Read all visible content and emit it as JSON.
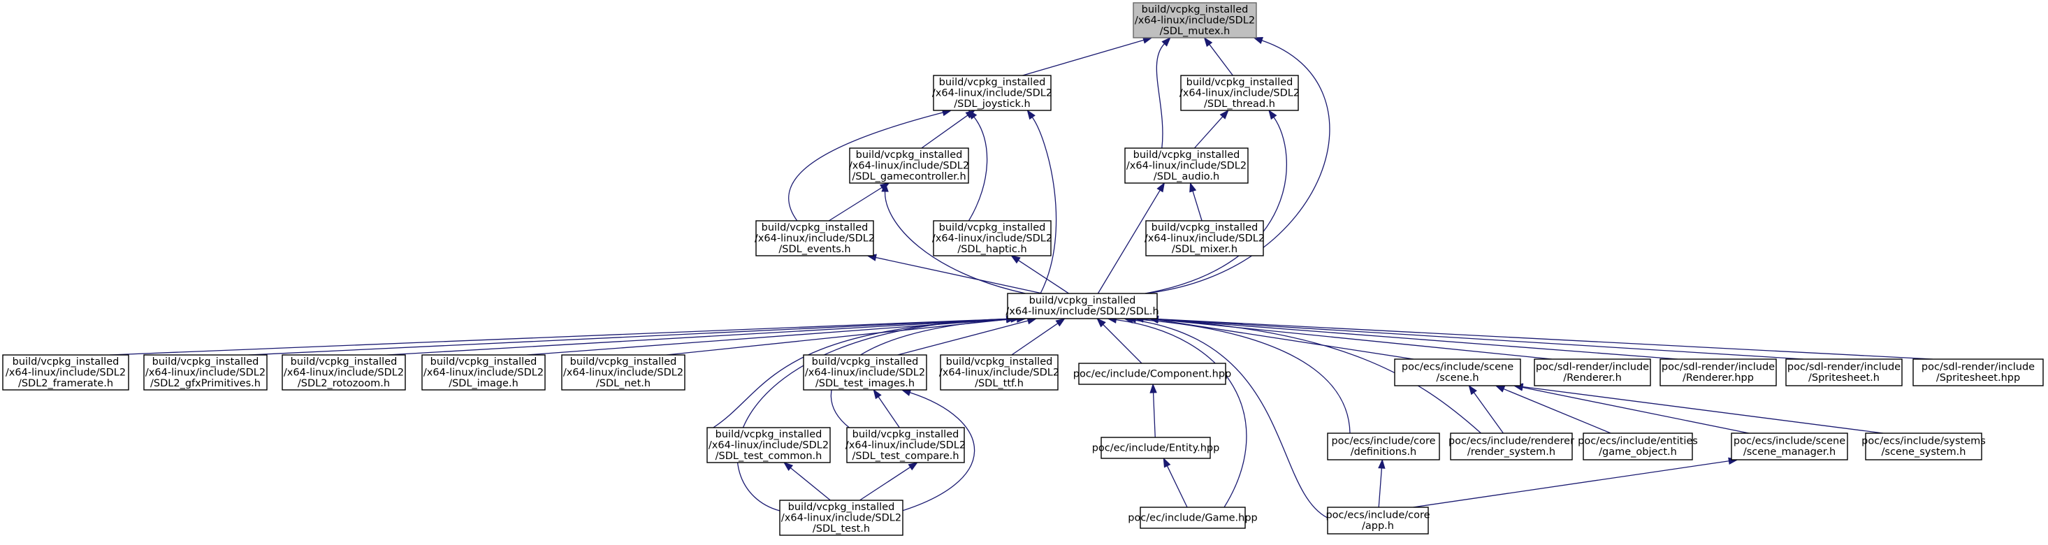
{
  "graph": {
    "colors": {
      "edge": "#191970",
      "root_fill": "#bfbfbf",
      "node_fill": "#ffffff",
      "node_border": "#000000"
    },
    "nodes": [
      {
        "id": "mutex",
        "lines": [
          "build/vcpkg_installed",
          "/x64-linux/include/SDL2",
          "/SDL_mutex.h"
        ],
        "root": true
      },
      {
        "id": "joystick",
        "lines": [
          "build/vcpkg_installed",
          "/x64-linux/include/SDL2",
          "/SDL_joystick.h"
        ]
      },
      {
        "id": "thread",
        "lines": [
          "build/vcpkg_installed",
          "/x64-linux/include/SDL2",
          "/SDL_thread.h"
        ]
      },
      {
        "id": "gamecontroller",
        "lines": [
          "build/vcpkg_installed",
          "/x64-linux/include/SDL2",
          "/SDL_gamecontroller.h"
        ]
      },
      {
        "id": "audio",
        "lines": [
          "build/vcpkg_installed",
          "/x64-linux/include/SDL2",
          "/SDL_audio.h"
        ]
      },
      {
        "id": "events",
        "lines": [
          "build/vcpkg_installed",
          "/x64-linux/include/SDL2",
          "/SDL_events.h"
        ]
      },
      {
        "id": "haptic",
        "lines": [
          "build/vcpkg_installed",
          "/x64-linux/include/SDL2",
          "/SDL_haptic.h"
        ]
      },
      {
        "id": "mixer",
        "lines": [
          "build/vcpkg_installed",
          "/x64-linux/include/SDL2",
          "/SDL_mixer.h"
        ]
      },
      {
        "id": "sdl",
        "lines": [
          "build/vcpkg_installed",
          "/x64-linux/include/SDL2/SDL.h"
        ]
      },
      {
        "id": "framerate",
        "lines": [
          "build/vcpkg_installed",
          "/x64-linux/include/SDL2",
          "/SDL2_framerate.h"
        ]
      },
      {
        "id": "gfx",
        "lines": [
          "build/vcpkg_installed",
          "/x64-linux/include/SDL2",
          "/SDL2_gfxPrimitives.h"
        ]
      },
      {
        "id": "rotozoom",
        "lines": [
          "build/vcpkg_installed",
          "/x64-linux/include/SDL2",
          "/SDL2_rotozoom.h"
        ]
      },
      {
        "id": "image",
        "lines": [
          "build/vcpkg_installed",
          "/x64-linux/include/SDL2",
          "/SDL_image.h"
        ]
      },
      {
        "id": "net",
        "lines": [
          "build/vcpkg_installed",
          "/x64-linux/include/SDL2",
          "/SDL_net.h"
        ]
      },
      {
        "id": "test_images",
        "lines": [
          "build/vcpkg_installed",
          "/x64-linux/include/SDL2",
          "/SDL_test_images.h"
        ]
      },
      {
        "id": "ttf",
        "lines": [
          "build/vcpkg_installed",
          "/x64-linux/include/SDL2",
          "/SDL_ttf.h"
        ]
      },
      {
        "id": "component",
        "lines": [
          "poc/ec/include/Component.hpp"
        ]
      },
      {
        "id": "scene",
        "lines": [
          "poc/ecs/include/scene",
          "/scene.h"
        ]
      },
      {
        "id": "sdlrender_renderer_h",
        "lines": [
          "poc/sdl-render/include",
          "/Renderer.h"
        ]
      },
      {
        "id": "sdlrender_renderer_hpp",
        "lines": [
          "poc/sdl-render/include",
          "/Renderer.hpp"
        ]
      },
      {
        "id": "sdlrender_spritesheet_h",
        "lines": [
          "poc/sdl-render/include",
          "/Spritesheet.h"
        ]
      },
      {
        "id": "sdlrender_spritesheet_hpp",
        "lines": [
          "poc/sdl-render/include",
          "/Spritesheet.hpp"
        ]
      },
      {
        "id": "test_common",
        "lines": [
          "build/vcpkg_installed",
          "/x64-linux/include/SDL2",
          "/SDL_test_common.h"
        ]
      },
      {
        "id": "test_compare",
        "lines": [
          "build/vcpkg_installed",
          "/x64-linux/include/SDL2",
          "/SDL_test_compare.h"
        ]
      },
      {
        "id": "entity",
        "lines": [
          "poc/ec/include/Entity.hpp"
        ]
      },
      {
        "id": "definitions",
        "lines": [
          "poc/ecs/include/core",
          "/definitions.h"
        ]
      },
      {
        "id": "render_system",
        "lines": [
          "poc/ecs/include/renderer",
          "/render_system.h"
        ]
      },
      {
        "id": "game_object",
        "lines": [
          "poc/ecs/include/entities",
          "/game_object.h"
        ]
      },
      {
        "id": "scene_manager",
        "lines": [
          "poc/ecs/include/scene",
          "/scene_manager.h"
        ]
      },
      {
        "id": "scene_system",
        "lines": [
          "poc/ecs/include/systems",
          "/scene_system.h"
        ]
      },
      {
        "id": "test",
        "lines": [
          "build/vcpkg_installed",
          "/x64-linux/include/SDL2",
          "/SDL_test.h"
        ]
      },
      {
        "id": "game",
        "lines": [
          "poc/ec/include/Game.hpp"
        ]
      },
      {
        "id": "app",
        "lines": [
          "poc/ecs/include/core",
          "/app.h"
        ]
      }
    ],
    "edges": [
      {
        "from": "joystick",
        "to": "mutex"
      },
      {
        "from": "audio",
        "to": "mutex"
      },
      {
        "from": "thread",
        "to": "mutex"
      },
      {
        "from": "sdl",
        "to": "mutex"
      },
      {
        "from": "gamecontroller",
        "to": "joystick"
      },
      {
        "from": "events",
        "to": "joystick"
      },
      {
        "from": "haptic",
        "to": "joystick"
      },
      {
        "from": "sdl",
        "to": "joystick"
      },
      {
        "from": "audio",
        "to": "thread"
      },
      {
        "from": "sdl",
        "to": "thread"
      },
      {
        "from": "events",
        "to": "gamecontroller"
      },
      {
        "from": "sdl",
        "to": "gamecontroller"
      },
      {
        "from": "mixer",
        "to": "audio"
      },
      {
        "from": "sdl",
        "to": "audio"
      },
      {
        "from": "sdl",
        "to": "events"
      },
      {
        "from": "sdl",
        "to": "haptic"
      },
      {
        "from": "framerate",
        "to": "sdl"
      },
      {
        "from": "gfx",
        "to": "sdl"
      },
      {
        "from": "rotozoom",
        "to": "sdl"
      },
      {
        "from": "image",
        "to": "sdl"
      },
      {
        "from": "net",
        "to": "sdl"
      },
      {
        "from": "test_images",
        "to": "sdl"
      },
      {
        "from": "ttf",
        "to": "sdl"
      },
      {
        "from": "component",
        "to": "sdl"
      },
      {
        "from": "scene",
        "to": "sdl"
      },
      {
        "from": "sdlrender_renderer_h",
        "to": "sdl"
      },
      {
        "from": "sdlrender_renderer_hpp",
        "to": "sdl"
      },
      {
        "from": "sdlrender_spritesheet_h",
        "to": "sdl"
      },
      {
        "from": "sdlrender_spritesheet_hpp",
        "to": "sdl"
      },
      {
        "from": "test_common",
        "to": "sdl"
      },
      {
        "from": "test_compare",
        "to": "sdl"
      },
      {
        "from": "test",
        "to": "sdl"
      },
      {
        "from": "game",
        "to": "sdl"
      },
      {
        "from": "definitions",
        "to": "sdl"
      },
      {
        "from": "render_system",
        "to": "sdl"
      },
      {
        "from": "app",
        "to": "sdl"
      },
      {
        "from": "test_compare",
        "to": "test_images"
      },
      {
        "from": "test",
        "to": "test_images"
      },
      {
        "from": "test",
        "to": "test_common"
      },
      {
        "from": "test",
        "to": "test_compare"
      },
      {
        "from": "entity",
        "to": "component"
      },
      {
        "from": "game",
        "to": "entity"
      },
      {
        "from": "render_system",
        "to": "scene"
      },
      {
        "from": "game_object",
        "to": "scene"
      },
      {
        "from": "scene_manager",
        "to": "scene"
      },
      {
        "from": "scene_system",
        "to": "scene"
      },
      {
        "from": "app",
        "to": "definitions"
      },
      {
        "from": "app",
        "to": "scene_manager"
      }
    ]
  }
}
